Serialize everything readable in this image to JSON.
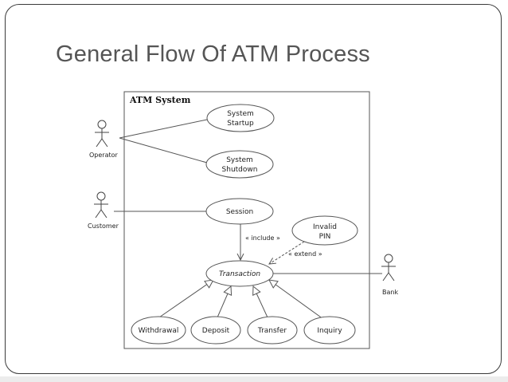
{
  "slide": {
    "title": "General Flow Of ATM Process"
  },
  "diagram": {
    "system_label": "ATM System",
    "actors": {
      "operator": "Operator",
      "customer": "Customer",
      "bank": "Bank"
    },
    "use_cases": {
      "system_startup": [
        "System",
        "Startup"
      ],
      "system_shutdown": [
        "System",
        "Shutdown"
      ],
      "session": "Session",
      "invalid_pin": [
        "Invalid",
        "PIN"
      ],
      "transaction": "Transaction",
      "withdrawal": "Withdrawal",
      "deposit": "Deposit",
      "transfer": "Transfer",
      "inquiry": "Inquiry"
    },
    "relations": {
      "include": "« include »",
      "extend": "« extend »"
    }
  }
}
